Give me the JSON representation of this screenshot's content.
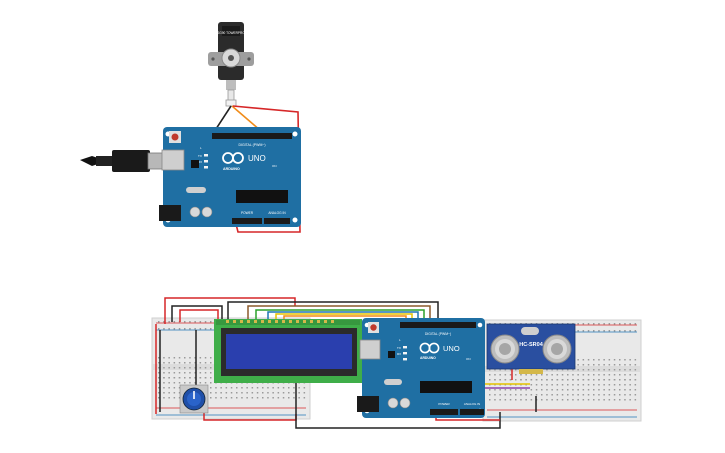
{
  "circuit1": {
    "servo": {
      "label": "SG90 TOWERPRO",
      "icon": "servo-icon"
    },
    "arduino": {
      "model": "UNO",
      "brand": "ARDUINO",
      "digital_header": "DIGITAL (PWM~)",
      "power_header": "POWER",
      "analog_header": "ANALOG IN",
      "led_tx": "TX",
      "led_rx": "RX",
      "on_label": "ON",
      "led_l": "L",
      "aref": "AREF",
      "gnd": "GND",
      "icsp": "ICSP"
    },
    "usb_cable": {
      "icon": "usb-cable-icon"
    }
  },
  "circuit2": {
    "lcd": {
      "icon": "lcd-16x2-icon"
    },
    "potentiometer": {
      "icon": "potentiometer-icon"
    },
    "arduino": {
      "model": "UNO",
      "brand": "ARDUINO",
      "digital_header": "DIGITAL (PWM~)",
      "power_header": "POWER",
      "analog_header": "ANALOG IN",
      "led_tx": "TX",
      "led_rx": "RX",
      "on_label": "ON",
      "led_l": "L"
    },
    "ultrasonic": {
      "label": "HC-SR04",
      "icon": "ultrasonic-sensor-icon"
    }
  },
  "colors": {
    "arduino_blue": "#1f6fa3",
    "wire_red": "#d62728",
    "wire_black": "#222222",
    "wire_orange": "#f08c1a",
    "wire_yellow": "#e6c300",
    "wire_purple": "#8e44ad",
    "wire_green": "#2ca02c",
    "lcd_green": "#3fae49",
    "lcd_screen": "#2a3fae",
    "breadboard": "#e9e9e9"
  }
}
